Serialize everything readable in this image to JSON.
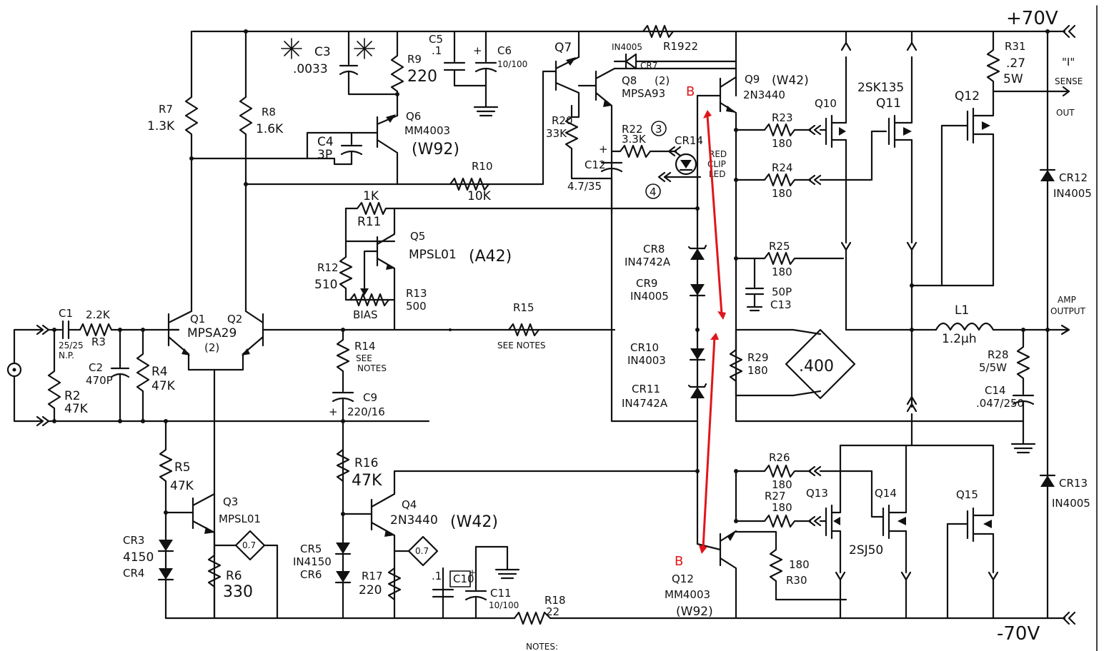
{
  "rails": {
    "positive": "+70V",
    "negative": "-70V"
  },
  "outputs": {
    "sense_top": "\"I\"",
    "sense_mid": "SENSE",
    "sense_out": "OUT",
    "amp_output_1": "AMP",
    "amp_output_2": "OUTPUT"
  },
  "notes": {
    "see_notes": "SEE NOTES",
    "bias": "BIAS",
    "bottom": "NOTES:"
  },
  "annotation": {
    "marker_top": "B",
    "marker_bottom": "B",
    "diamond_value": ".400",
    "small_diamond_1": "0.7",
    "small_diamond_2": "0.7",
    "node3": "3",
    "node4": "4",
    "led_1": "RED",
    "led_2": "CLIP",
    "led_3": "LED"
  },
  "components": {
    "C1": {
      "ref": "C1",
      "value": "25/25",
      "note": "N.P."
    },
    "R3": {
      "ref": "R3",
      "value": "2.2K"
    },
    "R2": {
      "ref": "R2",
      "value": "47K"
    },
    "C2": {
      "ref": "C2",
      "value": "470P"
    },
    "R4": {
      "ref": "R4",
      "value": "47K"
    },
    "R7": {
      "ref": "R7",
      "value": "1.3K"
    },
    "R8": {
      "ref": "R8",
      "value": "1.6K"
    },
    "C3": {
      "ref": "C3",
      "value": ".0033"
    },
    "C4": {
      "ref": "C4",
      "value": "3P"
    },
    "R9": {
      "ref": "R9",
      "value": "220"
    },
    "C5": {
      "ref": "C5",
      "value": ".1"
    },
    "C6": {
      "ref": "C6",
      "value": "10/100"
    },
    "Q6": {
      "ref": "Q6",
      "part": "MM4003",
      "mark": "(W92)"
    },
    "R10": {
      "ref": "R10",
      "value": "10K"
    },
    "Q7": {
      "ref": "Q7"
    },
    "CR7": {
      "ref": "CR7",
      "part": "IN4005"
    },
    "R19": {
      "ref": "R19",
      "value": "22"
    },
    "Q8": {
      "ref": "Q8",
      "count": "(2)",
      "part": "MPSA93"
    },
    "R20": {
      "ref": "R20",
      "value": "33K"
    },
    "R22": {
      "ref": "R22",
      "value": "3.3K"
    },
    "C12": {
      "ref": "C12",
      "value": "4.7/35"
    },
    "CR14": {
      "ref": "CR14"
    },
    "Q9": {
      "ref": "Q9",
      "mark": "(W42)",
      "part": "2N3440"
    },
    "R23": {
      "ref": "R23",
      "value": "180"
    },
    "R24": {
      "ref": "R24",
      "value": "180"
    },
    "R25": {
      "ref": "R25",
      "value": "180"
    },
    "C13": {
      "ref": "C13",
      "value": "50P"
    },
    "Q10": {
      "ref": "Q10"
    },
    "Q11": {
      "ref": "Q11",
      "part": "2SK135"
    },
    "Q12top": {
      "ref": "Q12"
    },
    "R31": {
      "ref": "R31",
      "value": ".27",
      "rating": "5W"
    },
    "CR12": {
      "ref": "CR12",
      "part": "IN4005"
    },
    "R11": {
      "ref": "R11",
      "value": "1K"
    },
    "Q5": {
      "ref": "Q5",
      "part": "MPSL01",
      "mark": "(A42)"
    },
    "R12": {
      "ref": "R12",
      "value": "510"
    },
    "R13": {
      "ref": "R13",
      "value": "500"
    },
    "R15": {
      "ref": "R15"
    },
    "CR8": {
      "ref": "CR8",
      "part": "IN4742A"
    },
    "CR9": {
      "ref": "CR9",
      "part": "IN4005"
    },
    "CR10": {
      "ref": "CR10",
      "part": "IN4003"
    },
    "CR11": {
      "ref": "CR11",
      "part": "IN4742A"
    },
    "R29": {
      "ref": "R29",
      "value": "180"
    },
    "L1": {
      "ref": "L1",
      "value": "1.2µh"
    },
    "R28": {
      "ref": "R28",
      "value": "5/5W"
    },
    "C14": {
      "ref": "C14",
      "value": ".047/250"
    },
    "Q1": {
      "ref": "Q1",
      "part": "MPSA29",
      "count": "(2)"
    },
    "Q2": {
      "ref": "Q2"
    },
    "R14": {
      "ref": "R14",
      "value_1": "SEE",
      "value_2": "NOTES"
    },
    "C9": {
      "ref": "C9",
      "value": "220/16"
    },
    "R5": {
      "ref": "R5",
      "value": "47K"
    },
    "Q3": {
      "ref": "Q3",
      "part": "MPSL01"
    },
    "CR3": {
      "ref": "CR3",
      "part": "4150"
    },
    "CR4": {
      "ref": "CR4"
    },
    "R6": {
      "ref": "R6",
      "value": "330"
    },
    "R16": {
      "ref": "R16",
      "value": "47K"
    },
    "Q4": {
      "ref": "Q4",
      "part": "2N3440",
      "mark": "(W42)"
    },
    "CR5": {
      "ref": "CR5",
      "part": "IN4150"
    },
    "CR6": {
      "ref": "CR6"
    },
    "R17": {
      "ref": "R17",
      "value": "220"
    },
    "C10": {
      "ref": "C10",
      "value": ".1",
      "plus": "+"
    },
    "C11": {
      "ref": "C11",
      "value": "10/100"
    },
    "R18": {
      "ref": "R18",
      "value": "22"
    },
    "R26": {
      "ref": "R26",
      "value": "180"
    },
    "R27": {
      "ref": "R27",
      "value": "180"
    },
    "R30": {
      "ref": "R30",
      "value": "180"
    },
    "Q12bot": {
      "ref": "Q12",
      "part": "MM4003",
      "mark": "(W92)"
    },
    "Q13": {
      "ref": "Q13"
    },
    "Q14": {
      "ref": "Q14",
      "part": "2SJ50"
    },
    "Q15": {
      "ref": "Q15"
    },
    "CR13": {
      "ref": "CR13",
      "part": "IN4005"
    }
  }
}
